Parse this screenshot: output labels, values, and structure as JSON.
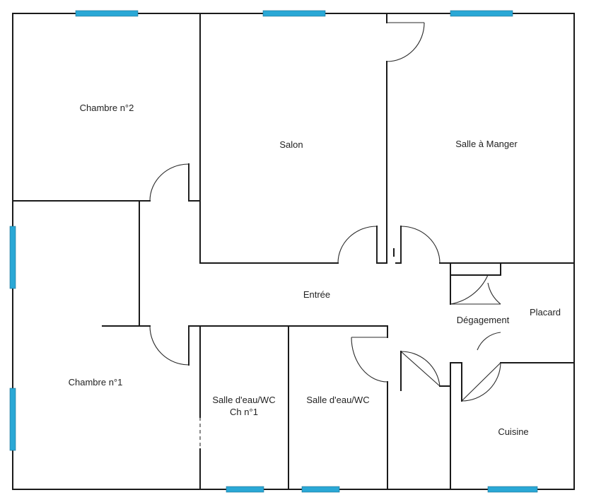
{
  "rooms": {
    "chambre2": "Chambre n°2",
    "salon": "Salon",
    "salle_manger": "Salle à Manger",
    "entree": "Entrée",
    "degagement": "Dégagement",
    "placard": "Placard",
    "chambre1": "Chambre n°1",
    "sde1_line1": "Salle d'eau/WC",
    "sde1_line2": "Ch n°1",
    "sde2": "Salle d'eau/WC",
    "cuisine": "Cuisine"
  },
  "colors": {
    "wall": "#1a1a1a",
    "window": "#2aa8d6",
    "background": "#ffffff"
  }
}
